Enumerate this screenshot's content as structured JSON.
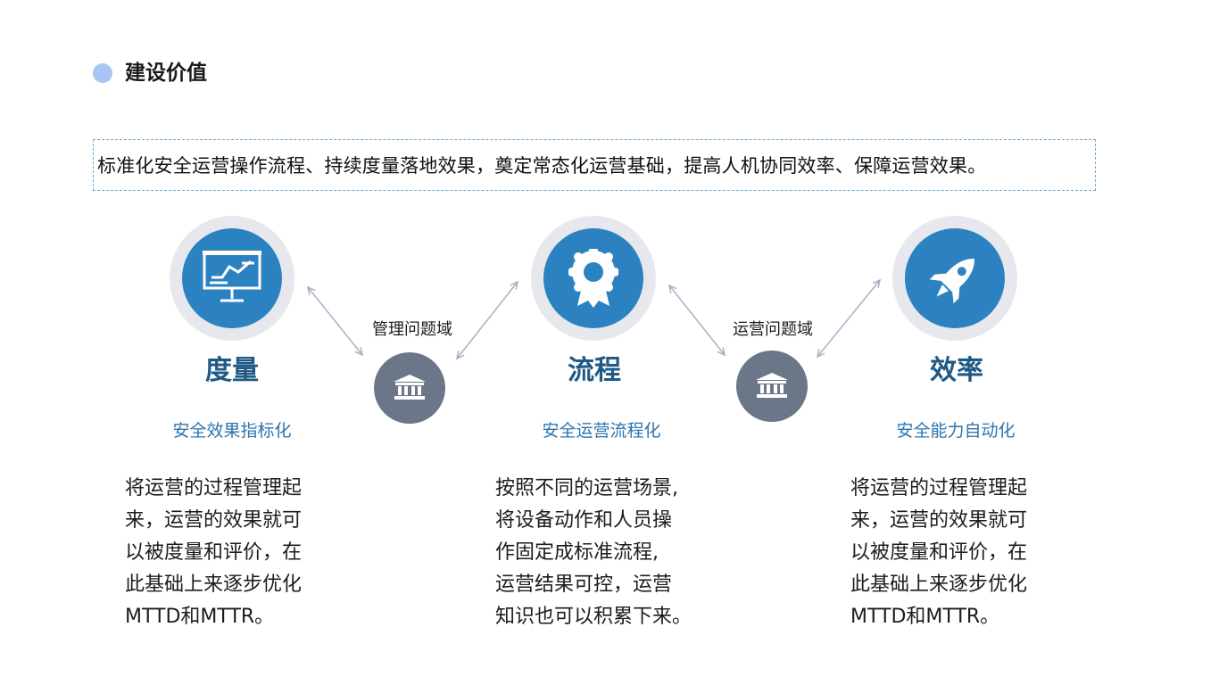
{
  "header": {
    "title": "建设价值"
  },
  "summary": {
    "text": "标准化安全运营操作流程、持续度量落地效果，奠定常态化运营基础，提高人机协同效率、保障运营效果。"
  },
  "pillars": [
    {
      "title": "度量",
      "subtitle": "安全效果指标化",
      "icon": "presentation-board-icon",
      "desc": [
        "将运营的过程管理起",
        "来，运营的效果就可",
        "以被度量和评价，在",
        "此基础上来逐步优化",
        "MTTD和MTTR。"
      ]
    },
    {
      "title": "流程",
      "subtitle": "安全运营流程化",
      "icon": "award-badge-icon",
      "desc": [
        "按照不同的运营场景,",
        "将设备动作和人员操",
        "作固定成标准流程,",
        "运营结果可控，运营",
        "知识也可以积累下来。"
      ]
    },
    {
      "title": "效率",
      "subtitle": "安全能力自动化",
      "icon": "rocket-icon",
      "desc": [
        "将运营的过程管理起",
        "来，运营的效果就可",
        "以被度量和评价，在",
        "此基础上来逐步优化",
        "MTTD和MTTR。"
      ]
    }
  ],
  "domains": [
    {
      "label": "管理问题域",
      "icon": "institution-building-icon"
    },
    {
      "label": "运营问题域",
      "icon": "institution-building-icon"
    }
  ],
  "colors": {
    "header_dot": "#a9c4f5",
    "icon_blue": "#2c82c0",
    "icon_ring": "#e6e8ee",
    "title_blue": "#1f5a86",
    "subtitle_blue": "#2e74ad",
    "domain_gray": "#6b7788",
    "border_dashed": "#6aa8d6",
    "connector": "#a6b2c4"
  }
}
